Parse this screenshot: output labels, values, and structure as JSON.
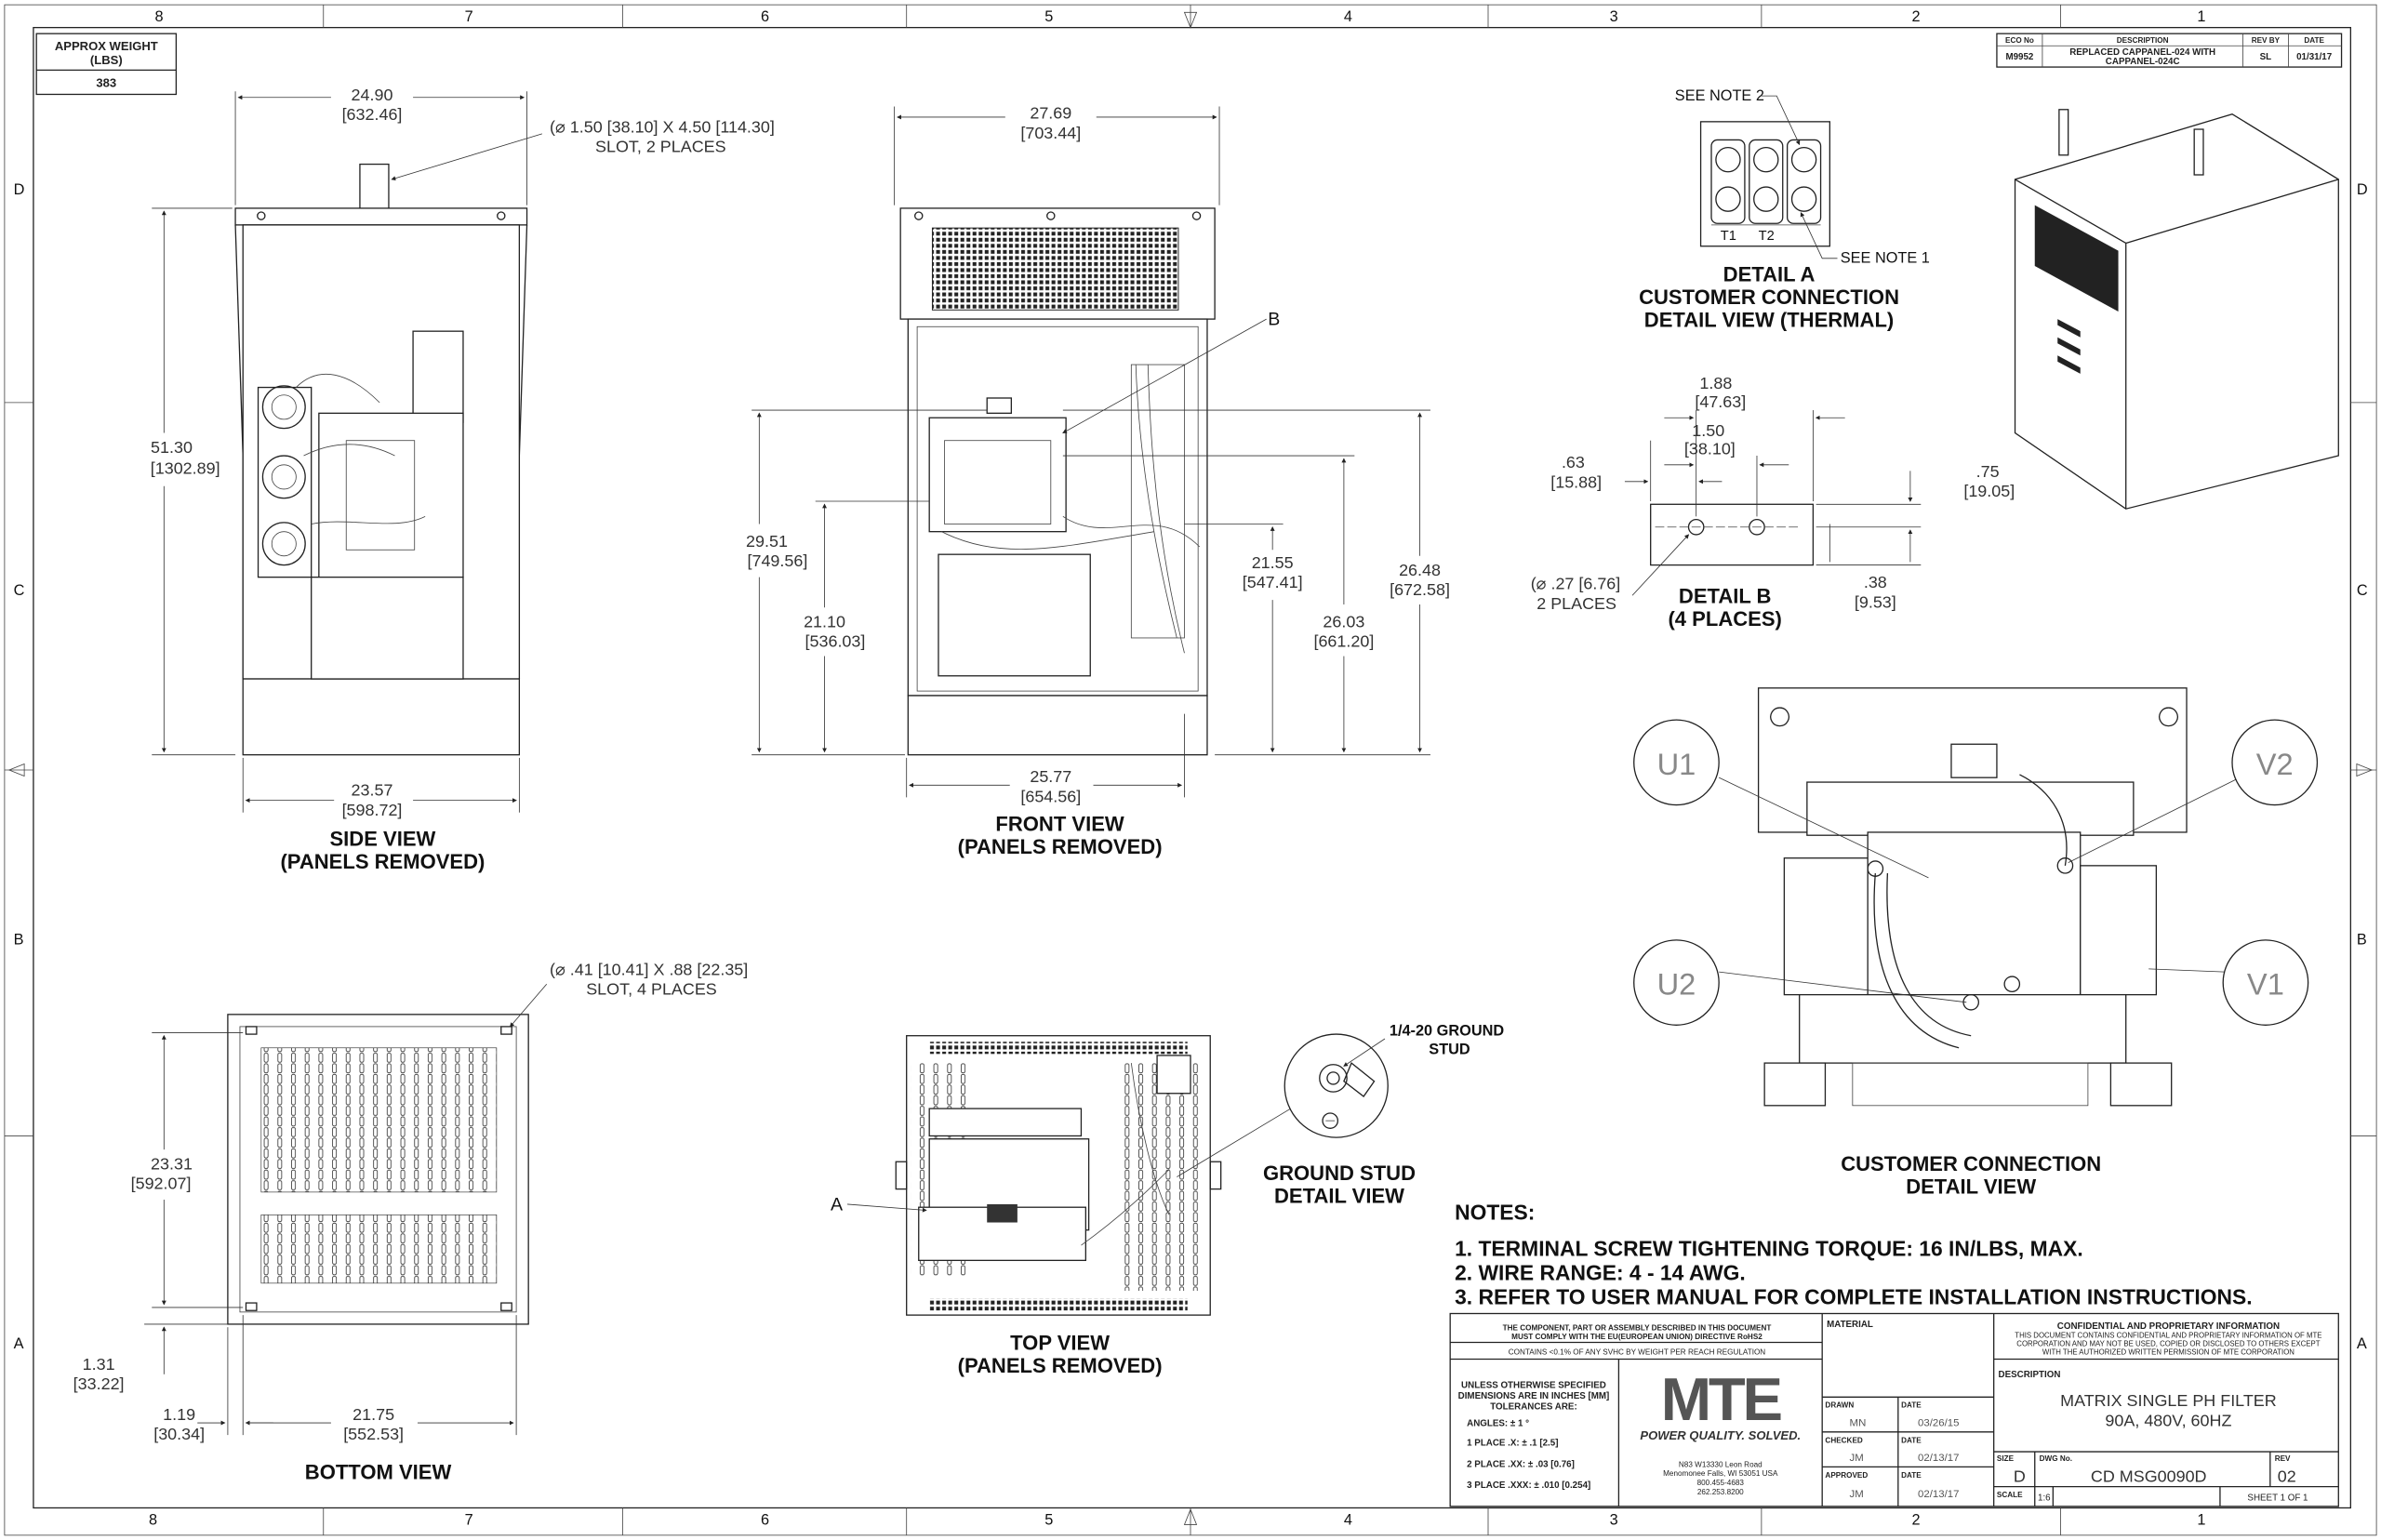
{
  "border": {
    "columns": [
      "8",
      "7",
      "6",
      "5",
      "4",
      "3",
      "2",
      "1"
    ],
    "rows": [
      "D",
      "C",
      "B",
      "A"
    ]
  },
  "weight": {
    "header": "APPROX WEIGHT",
    "unit": "(LBS)",
    "value": "383"
  },
  "revision": {
    "headers": [
      "ECO No",
      "DESCRIPTION",
      "REV BY",
      "DATE"
    ],
    "eco": "M9952",
    "description_line1": "REPLACED CAPPANEL-024 WITH",
    "description_line2": "CAPPANEL-024C",
    "rev_by": "SL",
    "date": "01/31/17"
  },
  "side_view": {
    "title": "SIDE VIEW",
    "subtitle": "(PANELS REMOVED)",
    "width_in": "24.90",
    "width_mm": "[632.46]",
    "slot_note_1": "(⌀ 1.50 [38.10] X 4.50 [114.30]",
    "slot_note_2": "SLOT, 2 PLACES",
    "height_in": "51.30",
    "height_mm": "[1302.89]",
    "base_in": "23.57",
    "base_mm": "[598.72]"
  },
  "front_view": {
    "title": "FRONT VIEW",
    "subtitle": "(PANELS REMOVED)",
    "width_in": "27.69",
    "width_mm": "[703.44]",
    "callout_b": "B",
    "d1_in": "29.51",
    "d1_mm": "[749.56]",
    "d2_in": "21.10",
    "d2_mm": "[536.03]",
    "d3_in": "21.55",
    "d3_mm": "[547.41]",
    "d4_in": "26.03",
    "d4_mm": "[661.20]",
    "d5_in": "26.48",
    "d5_mm": "[672.58]",
    "base_in": "25.77",
    "base_mm": "[654.56]"
  },
  "detail_a": {
    "note2": "SEE NOTE 2",
    "note1": "SEE NOTE 1",
    "t1": "T1",
    "t2": "T2",
    "title1": "DETAIL A",
    "title2": "CUSTOMER CONNECTION",
    "title3": "DETAIL VIEW (THERMAL)"
  },
  "detail_b": {
    "w1_in": "1.88",
    "w1_mm": "[47.63]",
    "w2_in": "1.50",
    "w2_mm": "[38.10]",
    "l_in": ".63",
    "l_mm": "[15.88]",
    "r_in": ".75",
    "r_mm": "[19.05]",
    "hole_1": "(⌀ .27 [6.76]",
    "hole_2": "2 PLACES",
    "b_in": ".38",
    "b_mm": "[9.53]",
    "title1": "DETAIL B",
    "title2": "(4 PLACES)"
  },
  "customer_connection": {
    "u1": "U1",
    "v2": "V2",
    "u2": "U2",
    "v1": "V1",
    "title1": "CUSTOMER CONNECTION",
    "title2": "DETAIL VIEW"
  },
  "bottom_view": {
    "title": "BOTTOM VIEW",
    "slot_note_1": "(⌀ .41 [10.41] X .88 [22.35]",
    "slot_note_2": "SLOT, 4 PLACES",
    "h_in": "23.31",
    "h_mm": "[592.07]",
    "a_in": "1.31",
    "a_mm": "[33.22]",
    "b_in": "1.19",
    "b_mm": "[30.34]",
    "w_in": "21.75",
    "w_mm": "[552.53]"
  },
  "top_view": {
    "title": "TOP VIEW",
    "subtitle": "(PANELS REMOVED)",
    "callout_a": "A",
    "stud_1": "1/4-20 GROUND",
    "stud_2": "STUD",
    "gs_title1": "GROUND STUD",
    "gs_title2": "DETAIL VIEW"
  },
  "notes": {
    "heading": "NOTES:",
    "items": [
      "1.  TERMINAL SCREW TIGHTENING TORQUE: 16 IN/LBS, MAX.",
      "2.  WIRE RANGE: 4 - 14 AWG.",
      "3.  REFER TO USER MANUAL FOR COMPLETE INSTALLATION INSTRUCTIONS."
    ]
  },
  "title_block": {
    "rohs_1": "THE COMPONENT, PART OR ASSEMBLY DESCRIBED IN THIS DOCUMENT",
    "rohs_2": "MUST COMPLY WITH THE EU(EUROPEAN UNION) DIRECTIVE RoHS2",
    "reach": "CONTAINS <0.1% OF ANY SVHC BY WEIGHT PER REACH REGULATION",
    "tol_1": "UNLESS OTHERWISE SPECIFIED",
    "tol_2": "DIMENSIONS ARE IN INCHES [MM]",
    "tol_3": "TOLERANCES ARE:",
    "angles": "ANGLES: ± 1 °",
    "place1": "1 PLACE .X: ± .1 [2.5]",
    "place2": "2 PLACE .XX: ± .03 [0.76]",
    "place3": "3 PLACE .XXX: ± .010 [0.254]",
    "logo": "MTE",
    "tagline": "POWER QUALITY. SOLVED.",
    "addr_1": "N83 W13330 Leon Road",
    "addr_2": "Menomonee Falls, WI 53051 USA",
    "phone_1": "800.455-4683",
    "phone_2": "262.253.8200",
    "material_label": "MATERIAL",
    "drawn_label": "DRAWN",
    "drawn": "MN",
    "checked_label": "CHECKED",
    "checked": "JM",
    "approved_label": "APPROVED",
    "approved": "JM",
    "date_label": "DATE",
    "drawn_date": "03/26/15",
    "checked_date": "02/13/17",
    "approved_date": "02/13/17",
    "conf_title": "CONFIDENTIAL AND PROPRIETARY INFORMATION",
    "conf_1": "THIS DOCUMENT CONTAINS CONFIDENTIAL AND PROPRIETARY INFORMATION OF MTE",
    "conf_2": "CORPORATION AND MAY NOT BE USED, COPIED OR DISCLOSED TO OTHERS EXCEPT",
    "conf_3": "WITH THE AUTHORIZED WRITTEN PERMISSION OF MTE CORPORATION",
    "description_label": "DESCRIPTION",
    "description_1": "MATRIX SINGLE PH FILTER",
    "description_2": "90A, 480V, 60HZ",
    "size_label": "SIZE",
    "size": "D",
    "dwg_label": "DWG No.",
    "dwg": "CD MSG0090D",
    "rev_label": "REV",
    "rev": "02",
    "scale_label": "SCALE",
    "scale": "1:6",
    "sheet": "SHEET 1  OF 1"
  }
}
